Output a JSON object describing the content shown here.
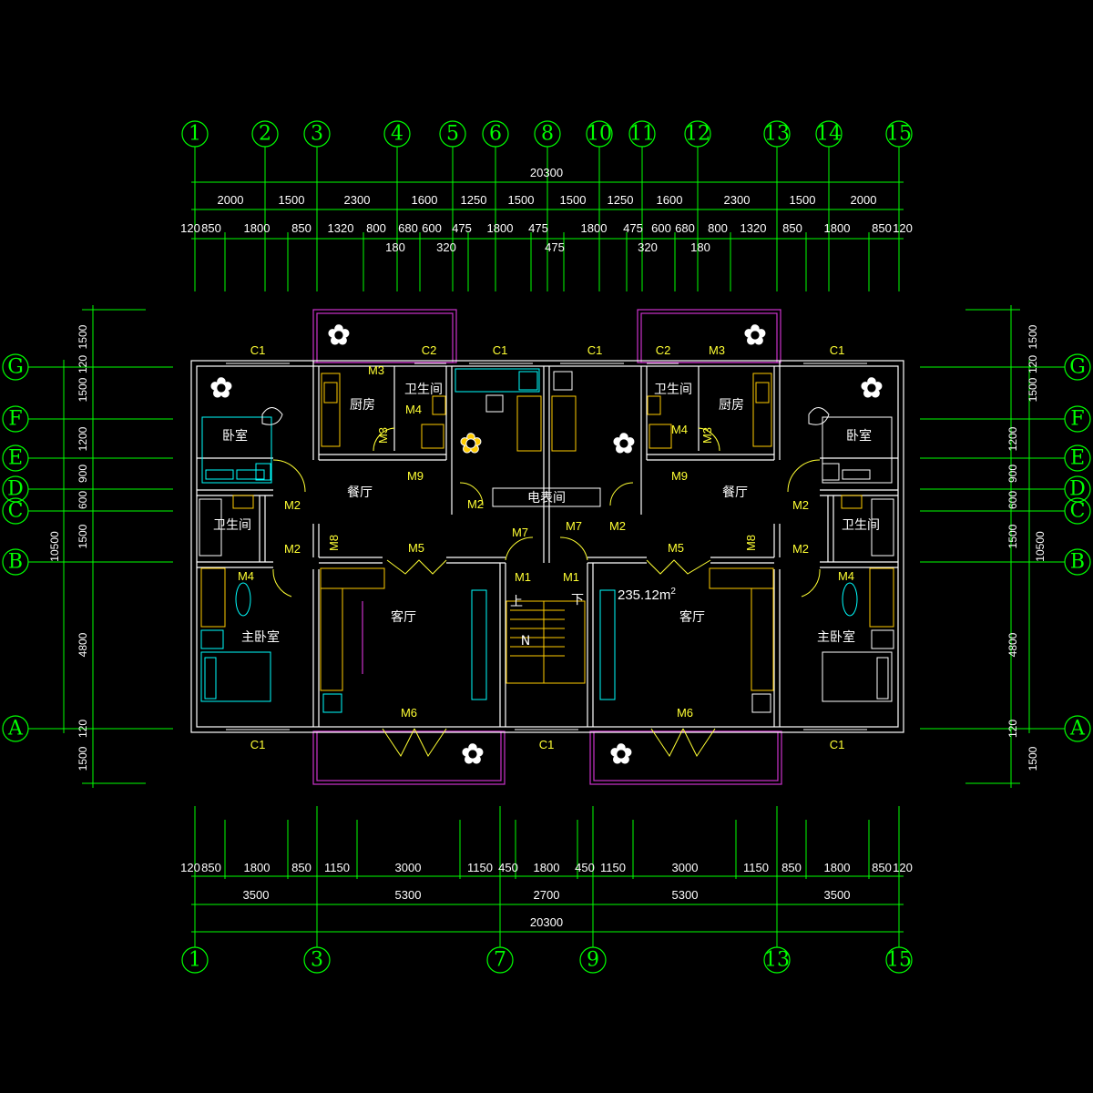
{
  "top_axes": [
    "1",
    "2",
    "3",
    "4",
    "5",
    "6",
    "8",
    "10",
    "11",
    "12",
    "13",
    "14",
    "15"
  ],
  "bottom_axes": [
    "1",
    "3",
    "7",
    "9",
    "13",
    "15"
  ],
  "row_axes": [
    "G",
    "F",
    "E",
    "D",
    "C",
    "B",
    "A"
  ],
  "top_total": "20300",
  "top_dims_row1": [
    "2000",
    "1500",
    "2300",
    "1600",
    "1250",
    "1500",
    "1500",
    "1250",
    "1600",
    "2300",
    "1500",
    "2000"
  ],
  "top_dims_row2": [
    "120",
    "850",
    "1800",
    "850",
    "1320",
    "800",
    "680",
    "600",
    "475",
    "1800",
    "475",
    "1800",
    "475",
    "600",
    "680",
    "800",
    "1320",
    "850",
    "1800",
    "850",
    "120"
  ],
  "top_dims_row3": [
    "180",
    "320",
    "475",
    "320",
    "180"
  ],
  "bottom_dims_row1": [
    "120",
    "850",
    "1800",
    "850",
    "1150",
    "3000",
    "1150",
    "450",
    "1800",
    "450",
    "1150",
    "3000",
    "1150",
    "850",
    "1800",
    "850",
    "120"
  ],
  "bottom_dims_row2": [
    "3500",
    "5300",
    "2700",
    "5300",
    "3500"
  ],
  "bottom_total": "20300",
  "left_dims": [
    "1500",
    "120",
    "1500",
    "1200",
    "900",
    "600",
    "1500",
    "4800",
    "120",
    "1500"
  ],
  "left_total": "10500",
  "right_dims": [
    "1500",
    "120",
    "1500",
    "1200",
    "900",
    "600",
    "1500",
    "4800",
    "120",
    "1500"
  ],
  "right_total": "10500",
  "window_labels": [
    "C1",
    "C2",
    "C1",
    "C1",
    "C2",
    "C1",
    "C1",
    "C1",
    "C1"
  ],
  "door_labels": {
    "m1": "M1",
    "m2": "M2",
    "m3": "M3",
    "m4": "M4",
    "m5": "M5",
    "m6": "M6",
    "m7": "M7",
    "m8": "M8",
    "m9": "M9"
  },
  "rooms": {
    "bedroom": "卧室",
    "kitchen": "厨房",
    "bathroom": "卫生间",
    "dining": "餐厅",
    "living": "客厅",
    "master_bedroom": "主卧室",
    "stair_up": "上",
    "stair_down": "下",
    "meter_box": "电表间",
    "stair_n": "N"
  },
  "area": "235.12m",
  "area_sup": "2"
}
